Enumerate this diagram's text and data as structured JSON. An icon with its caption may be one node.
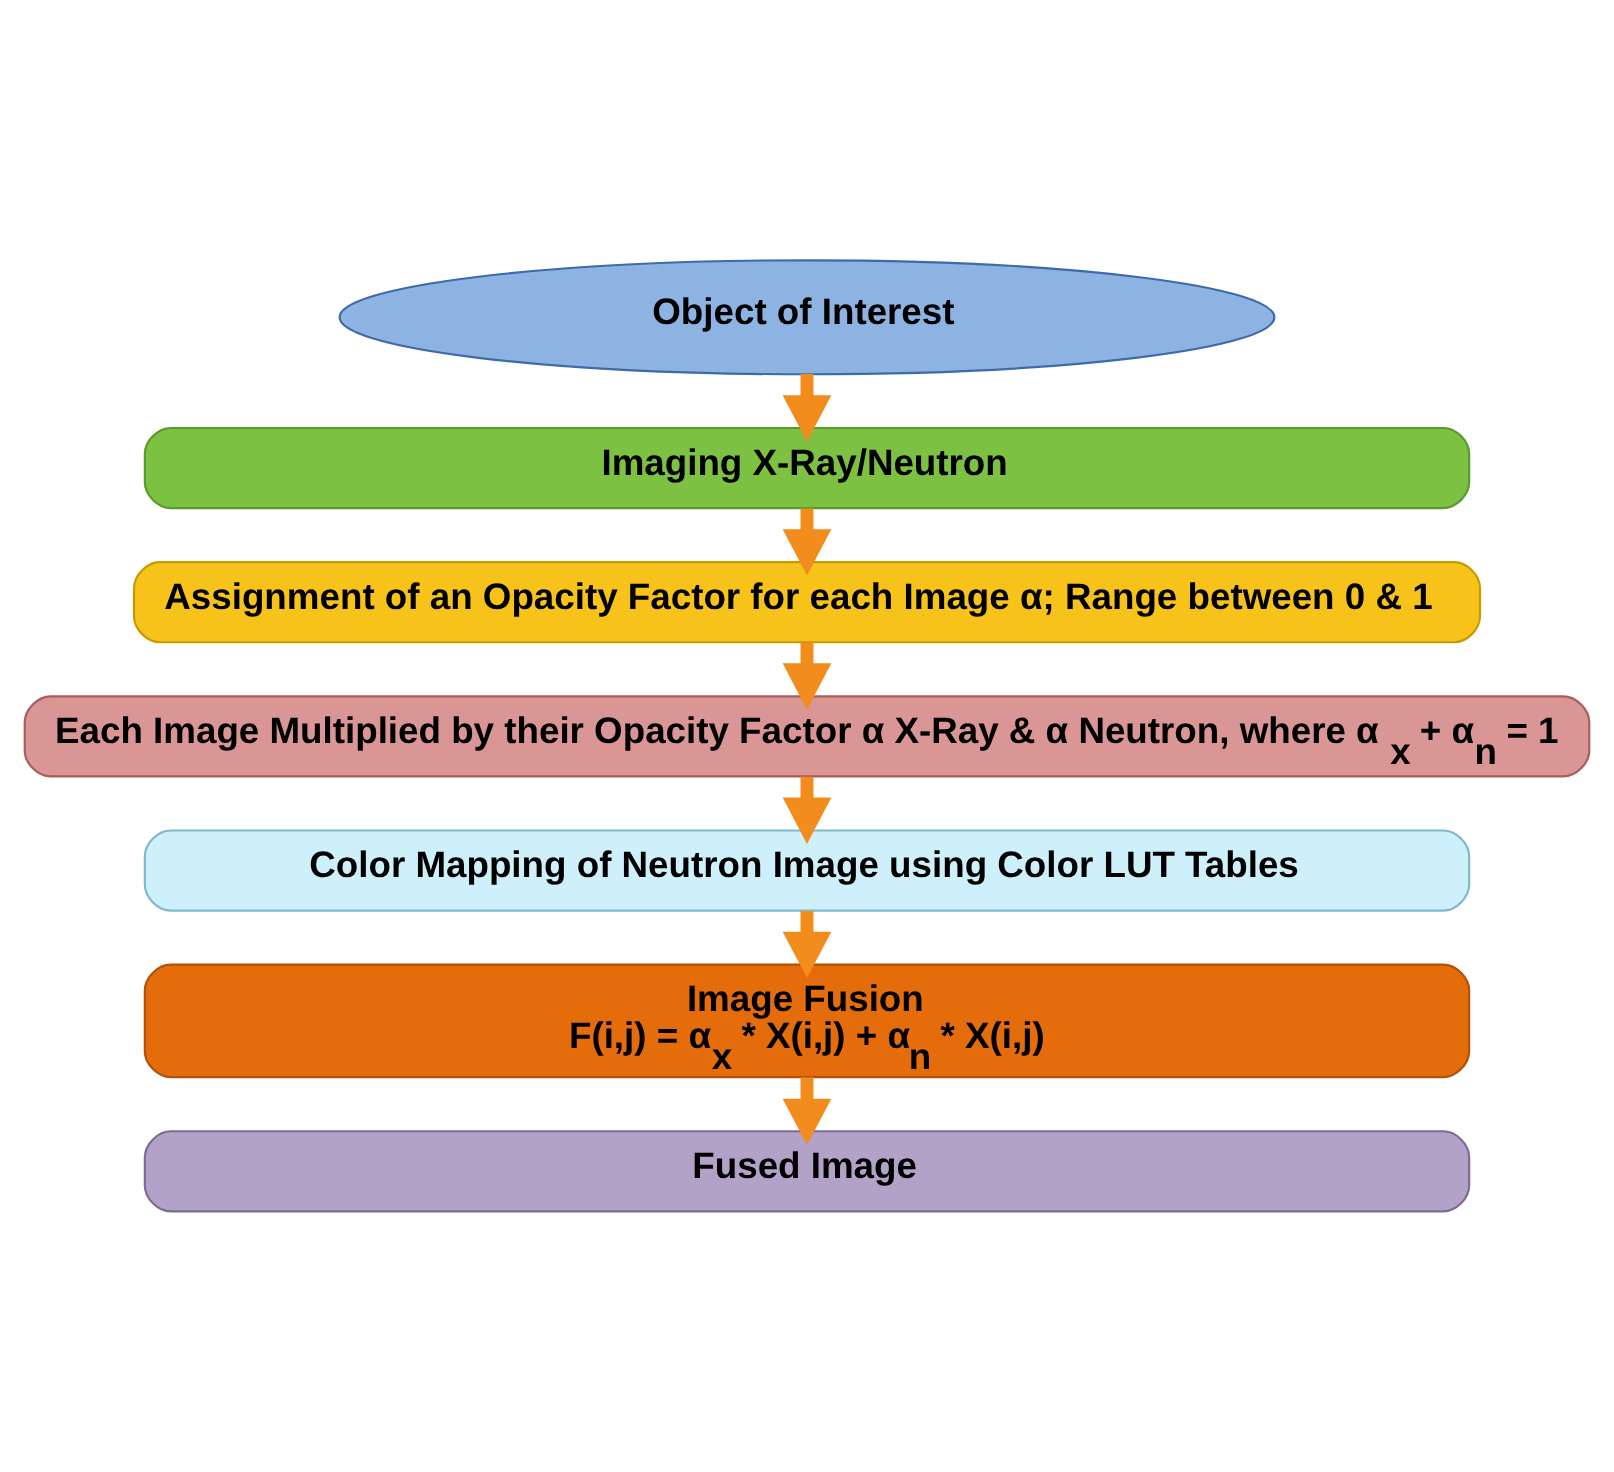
{
  "diagram": {
    "nodes": [
      {
        "text": [
          "Object of Interest"
        ]
      },
      {
        "text": [
          "Imaging X-Ray/Neutron"
        ]
      },
      {
        "text": [
          "Assignment of an Opacity Factor for each Image α; Range between 0 & 1"
        ]
      },
      {
        "text": [
          "Each Image Multiplied by their Opacity Factor α X-Ray & α Neutron, where α$_{x}$ + α$_{n}$ = 1"
        ]
      },
      {
        "text": [
          "Color Mapping of Neutron Image using Color LUT Tables"
        ]
      },
      {
        "text": [
          "Image Fusion",
          "F(i,j) = α$_{x}$ * X(i,j) + α$_{n}$ * X(i,j)"
        ]
      },
      {
        "text": [
          "Fused Image"
        ]
      }
    ],
    "edges": [
      {
        "from": 0,
        "to": 1,
        "arrow": "to"
      },
      {
        "from": 1,
        "to": 2,
        "arrow": "to"
      },
      {
        "from": 2,
        "to": 3,
        "arrow": "to"
      },
      {
        "from": 3,
        "to": 4,
        "arrow": "to"
      },
      {
        "from": 4,
        "to": 5,
        "arrow": "to"
      },
      {
        "from": 5,
        "to": 6,
        "arrow": "to"
      }
    ]
  }
}
